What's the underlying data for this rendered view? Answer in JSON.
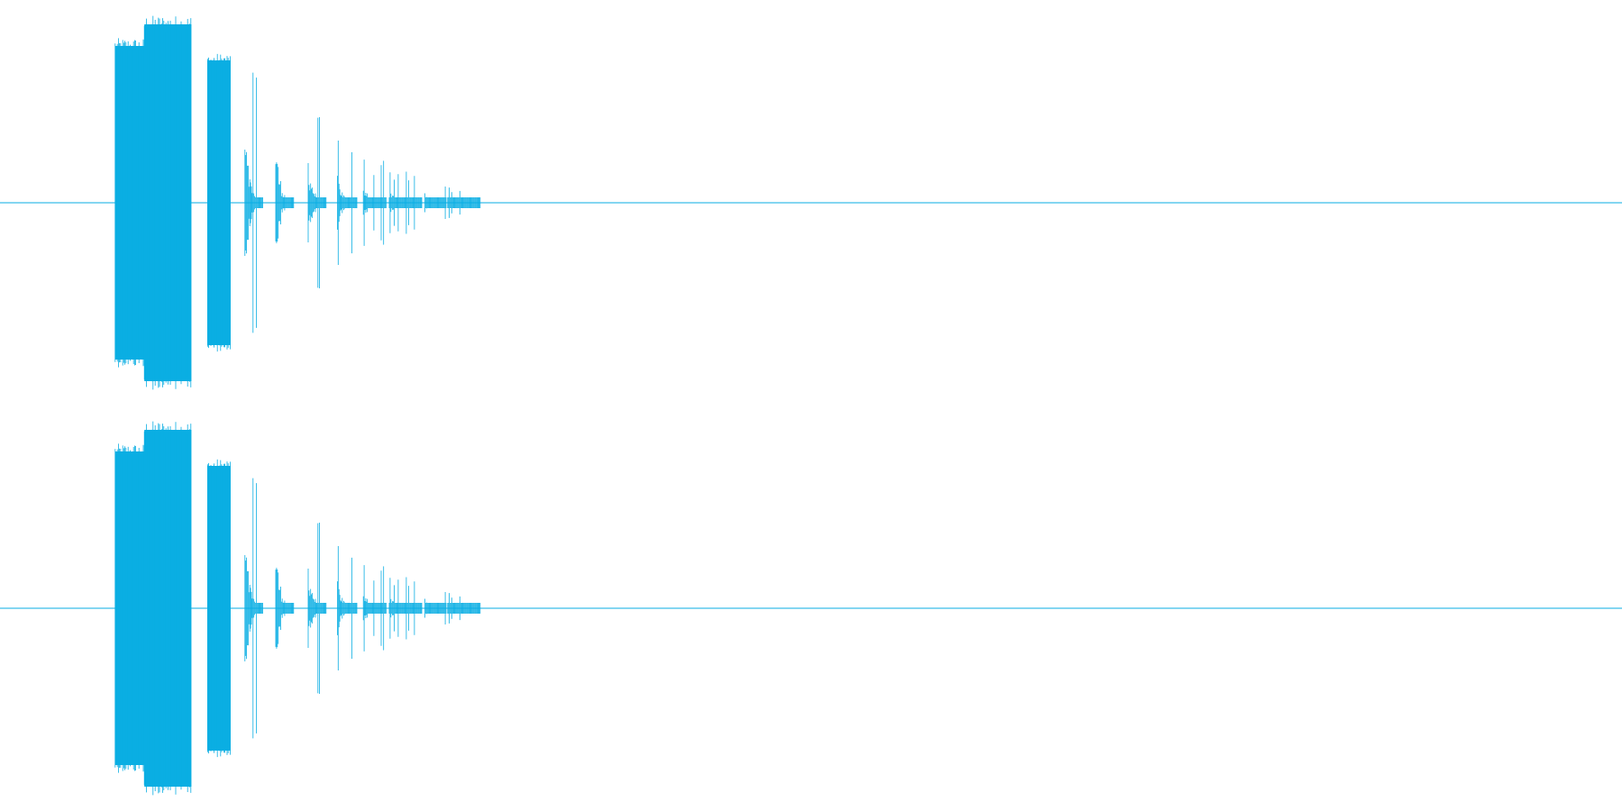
{
  "waveform": {
    "color": "#0aaee3",
    "channels": [
      {
        "name": "channel-1",
        "segments": [
          {
            "start": 0.071,
            "end": 0.089,
            "amp": 0.87
          },
          {
            "start": 0.089,
            "end": 0.118,
            "amp": 0.99
          },
          {
            "start": 0.128,
            "end": 0.142,
            "amp": 0.79
          },
          {
            "start": 0.151,
            "end": 0.162,
            "amp": 0.99,
            "decay": true
          },
          {
            "start": 0.17,
            "end": 0.181,
            "amp": 0.86,
            "decay": true
          },
          {
            "start": 0.19,
            "end": 0.201,
            "amp": 0.62,
            "decay": true
          },
          {
            "start": 0.208,
            "end": 0.22,
            "amp": 0.4,
            "decay": true
          },
          {
            "start": 0.224,
            "end": 0.238,
            "amp": 0.24,
            "decay": true
          },
          {
            "start": 0.24,
            "end": 0.26,
            "amp": 0.18,
            "decay": true
          },
          {
            "start": 0.262,
            "end": 0.275,
            "amp": 0.12,
            "decay": true
          },
          {
            "start": 0.276,
            "end": 0.296,
            "amp": 0.09,
            "decay": true
          }
        ]
      },
      {
        "name": "channel-2",
        "segments": [
          {
            "start": 0.071,
            "end": 0.089,
            "amp": 0.87
          },
          {
            "start": 0.089,
            "end": 0.118,
            "amp": 0.99
          },
          {
            "start": 0.128,
            "end": 0.142,
            "amp": 0.79
          },
          {
            "start": 0.151,
            "end": 0.162,
            "amp": 0.99,
            "decay": true
          },
          {
            "start": 0.17,
            "end": 0.181,
            "amp": 0.86,
            "decay": true
          },
          {
            "start": 0.19,
            "end": 0.201,
            "amp": 0.62,
            "decay": true
          },
          {
            "start": 0.208,
            "end": 0.22,
            "amp": 0.4,
            "decay": true
          },
          {
            "start": 0.224,
            "end": 0.238,
            "amp": 0.24,
            "decay": true
          },
          {
            "start": 0.24,
            "end": 0.26,
            "amp": 0.18,
            "decay": true
          },
          {
            "start": 0.262,
            "end": 0.275,
            "amp": 0.12,
            "decay": true
          },
          {
            "start": 0.276,
            "end": 0.296,
            "amp": 0.09,
            "decay": true
          }
        ]
      }
    ]
  }
}
